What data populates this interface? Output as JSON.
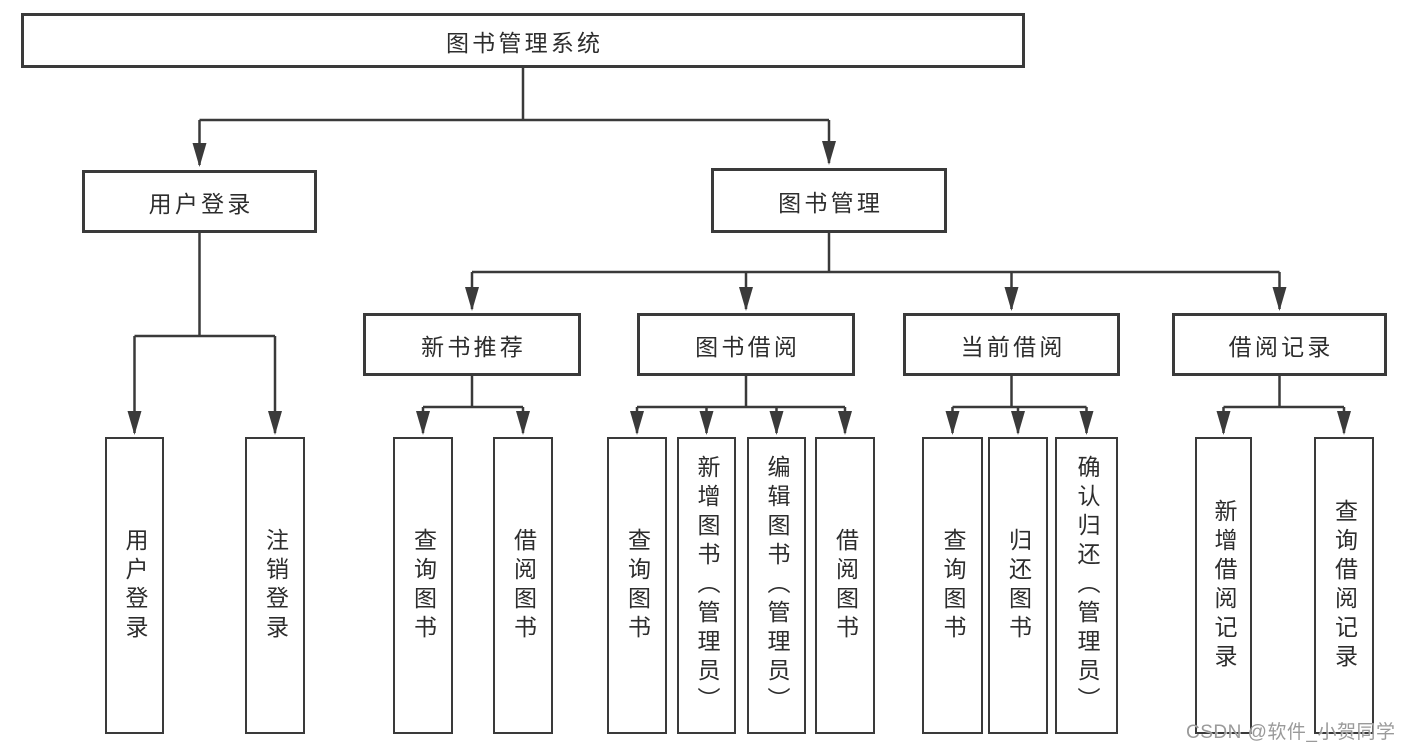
{
  "diagram": {
    "type": "hierarchy",
    "title": "图书管理系统",
    "watermark": "CSDN @软件_小贺同学",
    "colors": {
      "line": "#3a3a3a",
      "text": "#2d2d2d",
      "background": "#ffffff",
      "watermark": "#9a9a9a"
    },
    "tree": {
      "label": "图书管理系统",
      "children": [
        {
          "label": "用户登录",
          "children": [
            {
              "label": "用户登录"
            },
            {
              "label": "注销登录"
            }
          ]
        },
        {
          "label": "图书管理",
          "children": [
            {
              "label": "新书推荐",
              "children": [
                {
                  "label": "查询图书"
                },
                {
                  "label": "借阅图书"
                }
              ]
            },
            {
              "label": "图书借阅",
              "children": [
                {
                  "label": "查询图书"
                },
                {
                  "label": "新增图书（管理员）"
                },
                {
                  "label": "编辑图书（管理员）"
                },
                {
                  "label": "借阅图书"
                }
              ]
            },
            {
              "label": "当前借阅",
              "children": [
                {
                  "label": "查询图书"
                },
                {
                  "label": "归还图书"
                },
                {
                  "label": "确认归还（管理员）"
                }
              ]
            },
            {
              "label": "借阅记录",
              "children": [
                {
                  "label": "新增借阅记录"
                },
                {
                  "label": "查询借阅记录"
                }
              ]
            }
          ]
        }
      ]
    }
  }
}
